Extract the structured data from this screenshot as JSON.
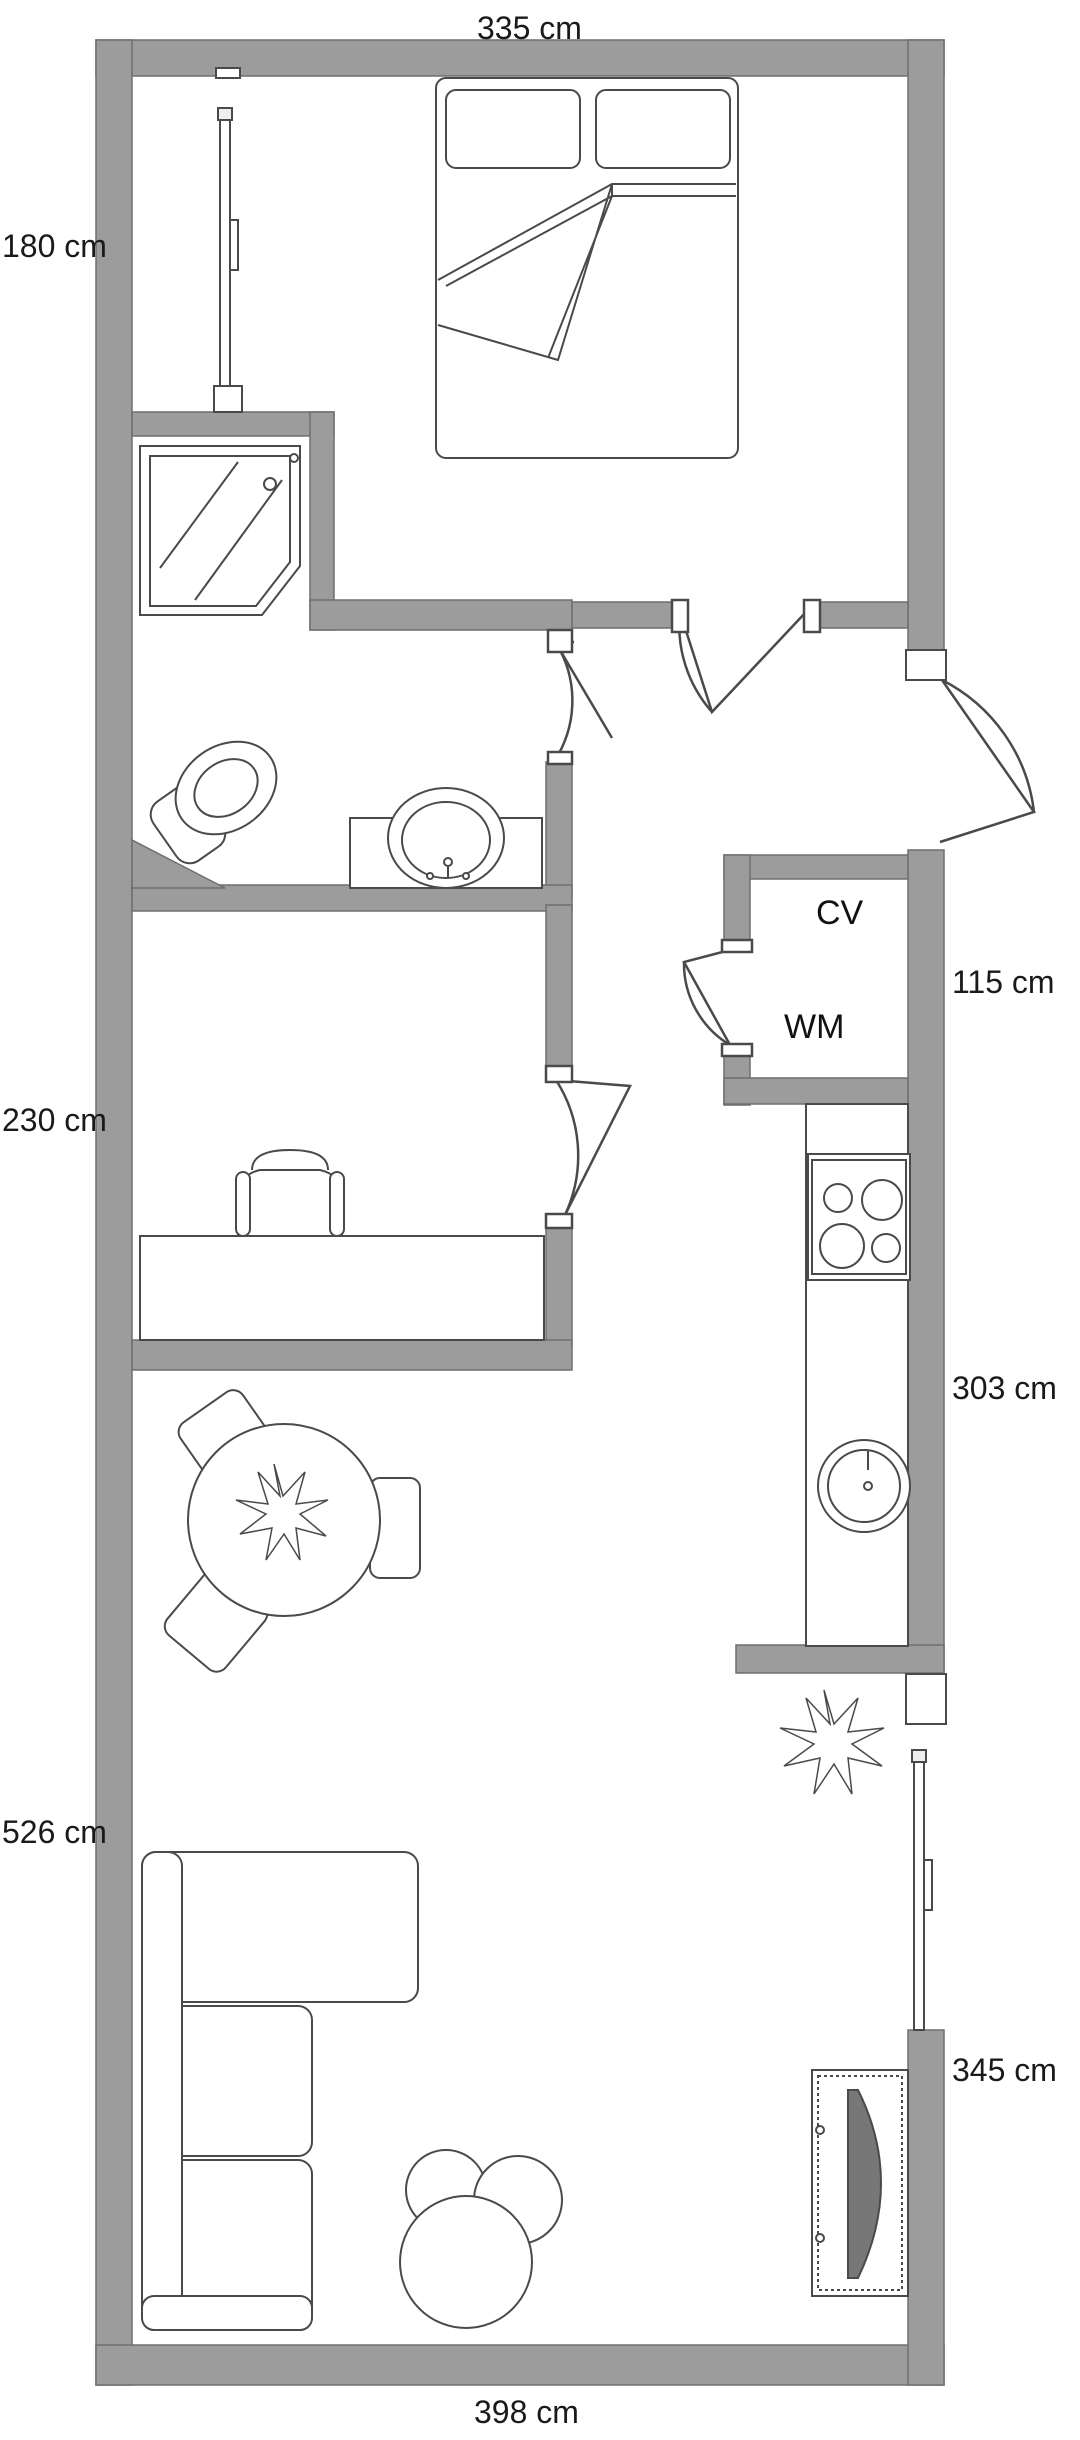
{
  "dimensions": {
    "top": "335 cm",
    "left_upper": "180 cm",
    "left_middle": "230 cm",
    "left_lower": "526 cm",
    "right_upper": "115 cm",
    "right_middle": "303 cm",
    "right_lower": "345 cm",
    "bottom": "398 cm"
  },
  "labels": {
    "cv": "CV",
    "wm": "WM"
  },
  "colors": {
    "wall": "#9c9c9c",
    "line": "#4a4a4a",
    "background": "#ffffff"
  }
}
